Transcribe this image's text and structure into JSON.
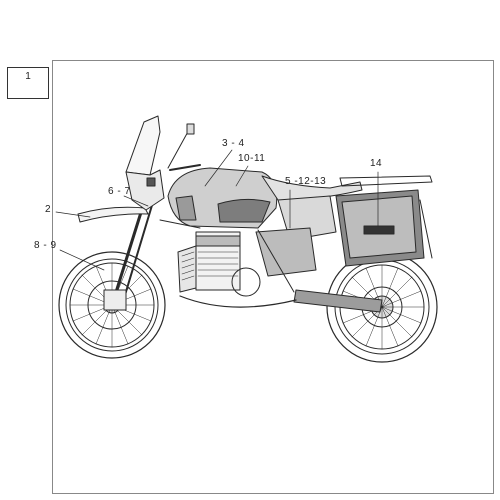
{
  "reference_box": {
    "label": "1"
  },
  "callouts": [
    {
      "id": "c2",
      "label": "2"
    },
    {
      "id": "c34",
      "label": "3 - 4"
    },
    {
      "id": "c1011",
      "label": "10-11"
    },
    {
      "id": "c67",
      "label": "6 - 7"
    },
    {
      "id": "c51213",
      "label": "5 -12-13"
    },
    {
      "id": "c14",
      "label": "14"
    },
    {
      "id": "c89",
      "label": "8 - 9"
    }
  ],
  "colors": {
    "line": "#2a2a2a",
    "frame": "#888888",
    "panel": "#c9c9c9",
    "panel_dark": "#7d7d7d"
  }
}
